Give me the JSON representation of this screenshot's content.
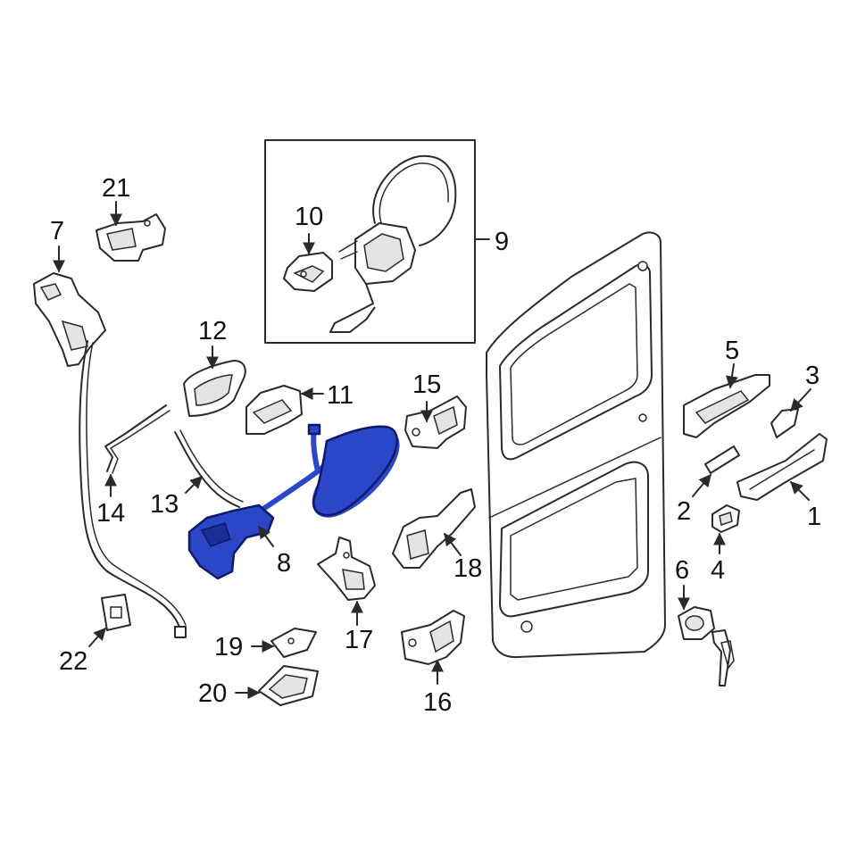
{
  "diagram": {
    "highlight_color": "#2b46c7",
    "callouts": [
      {
        "id": "1",
        "label": "1"
      },
      {
        "id": "2",
        "label": "2"
      },
      {
        "id": "3",
        "label": "3"
      },
      {
        "id": "4",
        "label": "4"
      },
      {
        "id": "5",
        "label": "5"
      },
      {
        "id": "6",
        "label": "6"
      },
      {
        "id": "7",
        "label": "7"
      },
      {
        "id": "8",
        "label": "8"
      },
      {
        "id": "9",
        "label": "9"
      },
      {
        "id": "10",
        "label": "10"
      },
      {
        "id": "11",
        "label": "11"
      },
      {
        "id": "12",
        "label": "12"
      },
      {
        "id": "13",
        "label": "13"
      },
      {
        "id": "14",
        "label": "14"
      },
      {
        "id": "15",
        "label": "15"
      },
      {
        "id": "16",
        "label": "16"
      },
      {
        "id": "17",
        "label": "17"
      },
      {
        "id": "18",
        "label": "18"
      },
      {
        "id": "19",
        "label": "19"
      },
      {
        "id": "20",
        "label": "20"
      },
      {
        "id": "21",
        "label": "21"
      },
      {
        "id": "22",
        "label": "22"
      }
    ]
  }
}
